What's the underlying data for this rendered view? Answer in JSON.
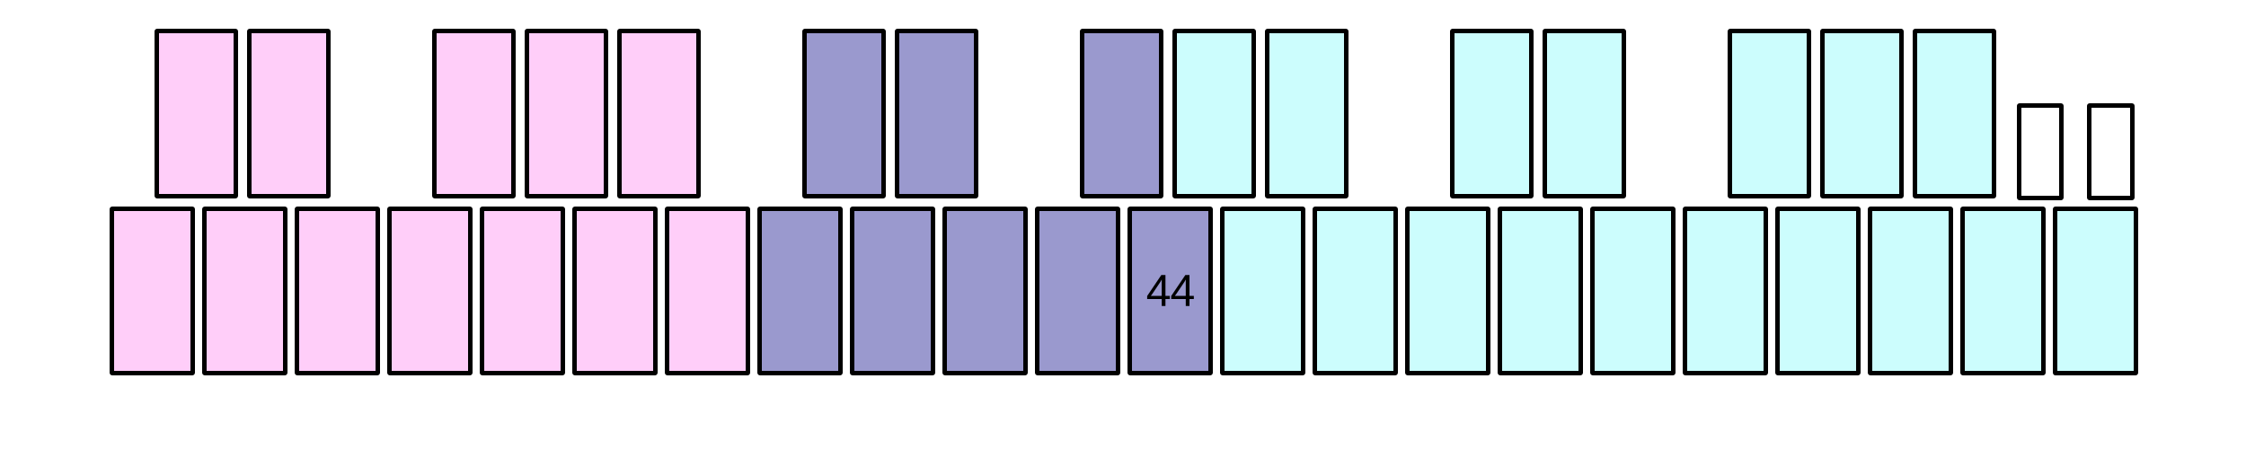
{
  "diagram": {
    "description": "Piano-style keyboard diagram of colored key blocks",
    "background_color": "#ffffff",
    "outline_color": "#000000",
    "palette": {
      "pink": "#ffcef9",
      "purple": "#9a99ce",
      "cyan": "#ccfdfd",
      "white": "#ffffff"
    },
    "lower_row": {
      "keys": [
        {
          "color": "pink"
        },
        {
          "color": "pink"
        },
        {
          "color": "pink"
        },
        {
          "color": "pink"
        },
        {
          "color": "pink"
        },
        {
          "color": "pink"
        },
        {
          "color": "pink"
        },
        {
          "color": "purple"
        },
        {
          "color": "purple"
        },
        {
          "color": "purple"
        },
        {
          "color": "purple"
        },
        {
          "color": "purple",
          "label": "44"
        },
        {
          "color": "cyan"
        },
        {
          "color": "cyan"
        },
        {
          "color": "cyan"
        },
        {
          "color": "cyan"
        },
        {
          "color": "cyan"
        },
        {
          "color": "cyan"
        },
        {
          "color": "cyan"
        },
        {
          "color": "cyan"
        },
        {
          "color": "cyan"
        },
        {
          "color": "cyan"
        }
      ]
    },
    "upper_row": {
      "keys": [
        {
          "color": "pink",
          "slot": 1
        },
        {
          "color": "pink",
          "slot": 2
        },
        {
          "color": "pink",
          "slot": 4
        },
        {
          "color": "pink",
          "slot": 5
        },
        {
          "color": "pink",
          "slot": 6
        },
        {
          "color": "purple",
          "slot": 8
        },
        {
          "color": "purple",
          "slot": 9
        },
        {
          "color": "purple",
          "slot": 11
        },
        {
          "color": "cyan",
          "slot": 12
        },
        {
          "color": "cyan",
          "slot": 13
        },
        {
          "color": "cyan",
          "slot": 15
        },
        {
          "color": "cyan",
          "slot": 16
        },
        {
          "color": "cyan",
          "slot": 18
        },
        {
          "color": "cyan",
          "slot": 19
        },
        {
          "color": "cyan",
          "slot": 20
        }
      ],
      "overflow_keys": [
        {
          "color": "white"
        },
        {
          "color": "white"
        }
      ]
    }
  }
}
